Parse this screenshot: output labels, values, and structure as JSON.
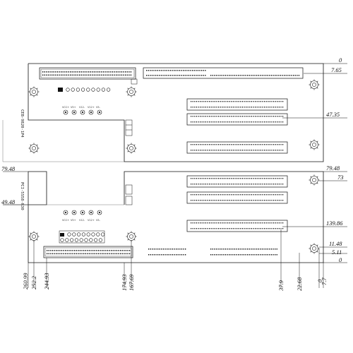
{
  "board_top": {
    "part_number": "CEB-9820-1P4",
    "voltage_labels": [
      "VCC+",
      "V5+",
      "V12-",
      "V12+",
      "V5-"
    ]
  },
  "board_bottom": {
    "part_number": "PCI-5S58-R30",
    "voltage_labels": [
      "VCC+",
      "V5+",
      "V12-",
      "V12+",
      "V5-"
    ]
  },
  "dimensions": {
    "right": [
      "0",
      "7.65",
      "47.35",
      "79.48",
      "73",
      "139.86",
      "11.48",
      "5.11",
      "0"
    ],
    "left": [
      "79.48",
      "49.48"
    ],
    "bottom": [
      "260.99",
      "244.93",
      "252.2",
      "174.93",
      "167.69",
      "37.9",
      "22.68",
      "0",
      "7.7"
    ]
  }
}
